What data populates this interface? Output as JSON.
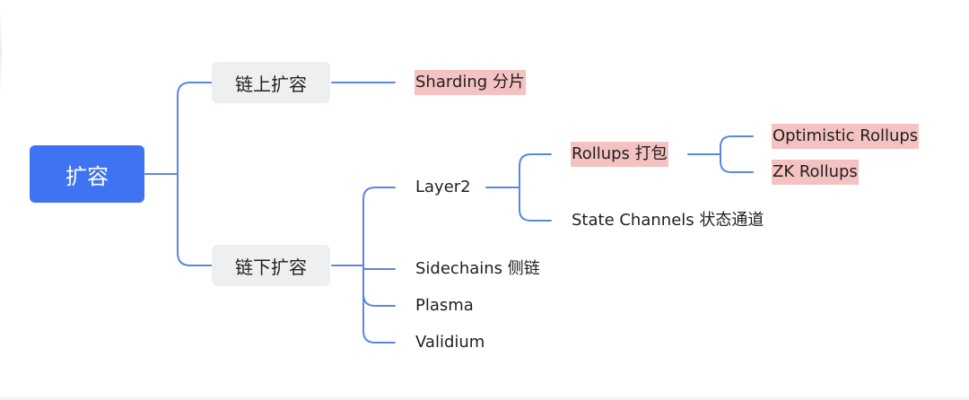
{
  "mindmap": {
    "root": {
      "label": "扩容"
    },
    "branches": [
      {
        "label": "链上扩容",
        "children": [
          {
            "label": "Sharding 分片",
            "highlight": true
          }
        ]
      },
      {
        "label": "链下扩容",
        "children": [
          {
            "label": "Layer2",
            "children": [
              {
                "label": "Rollups 打包",
                "highlight": true,
                "children": [
                  {
                    "label": "Optimistic Rollups",
                    "highlight": true
                  },
                  {
                    "label": "ZK Rollups",
                    "highlight": true
                  }
                ]
              },
              {
                "label": "State Channels 状态通道"
              }
            ]
          },
          {
            "label": "Sidechains 侧链"
          },
          {
            "label": "Plasma"
          },
          {
            "label": "Validium"
          }
        ]
      }
    ]
  },
  "colors": {
    "root_bg": "#3f73f2",
    "connector": "#5b86e6",
    "highlight": "#f4c2c0",
    "pill_bg": "#eeeff1"
  }
}
